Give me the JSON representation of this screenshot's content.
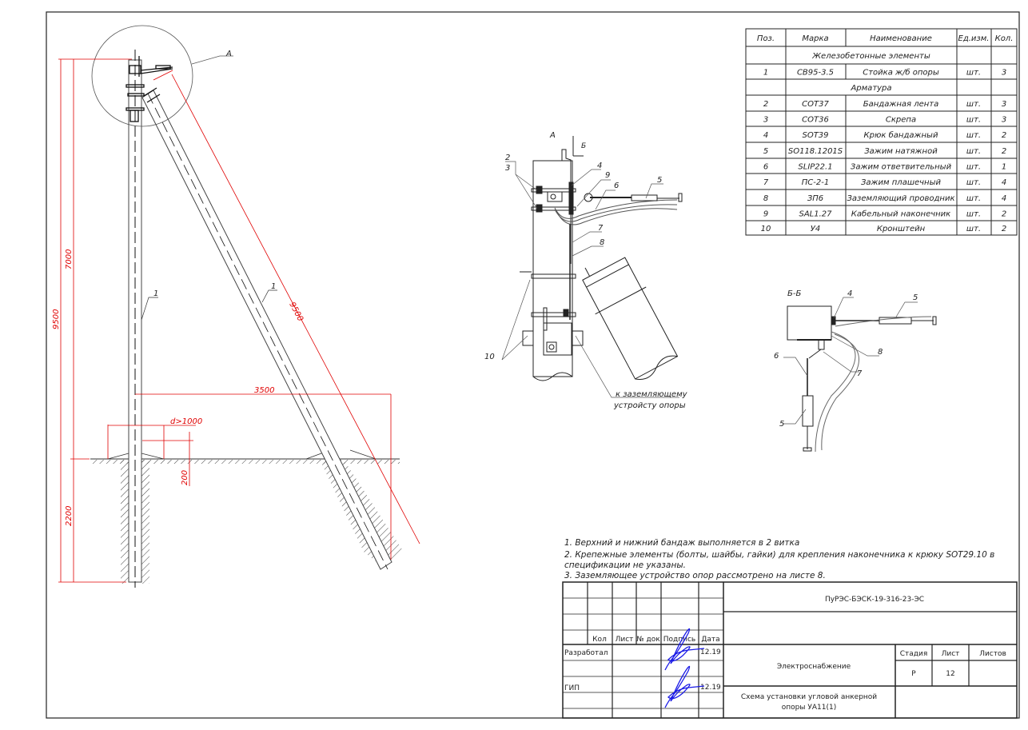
{
  "colors": {
    "line": "#222222",
    "dimension": "#e00000",
    "signature": "#1a1ae6"
  },
  "spec_table": {
    "headers": [
      "Поз.",
      "Марка",
      "Наименование",
      "Ед.изм.",
      "Кол."
    ],
    "section_concrete": "Железобетонные элементы",
    "section_fittings": "Арматура",
    "rows": [
      {
        "pos": "1",
        "mark": "СВ95-3.5",
        "name": "Стойка ж/б опоры",
        "unit": "шт.",
        "qty": "3"
      },
      {
        "pos": "2",
        "mark": "COT37",
        "name": "Бандажная лента",
        "unit": "шт.",
        "qty": "3"
      },
      {
        "pos": "3",
        "mark": "COT36",
        "name": "Скрепа",
        "unit": "шт.",
        "qty": "3"
      },
      {
        "pos": "4",
        "mark": "SOT39",
        "name": "Крюк бандажный",
        "unit": "шт.",
        "qty": "2"
      },
      {
        "pos": "5",
        "mark": "SO118.1201S",
        "name": "Зажим натяжной",
        "unit": "шт.",
        "qty": "2"
      },
      {
        "pos": "6",
        "mark": "SLIP22.1",
        "name": "Зажим ответвительный",
        "unit": "шт.",
        "qty": "1"
      },
      {
        "pos": "7",
        "mark": "ПС-2-1",
        "name": "Зажим плашечный",
        "unit": "шт.",
        "qty": "4"
      },
      {
        "pos": "8",
        "mark": "ЗП6",
        "name": "Заземляющий проводник",
        "unit": "шт.",
        "qty": "4"
      },
      {
        "pos": "9",
        "mark": "SAL1.27",
        "name": "Кабельный наконечник",
        "unit": "шт.",
        "qty": "2"
      },
      {
        "pos": "10",
        "mark": "У4",
        "name": "Кронштейн",
        "unit": "шт.",
        "qty": "2"
      }
    ]
  },
  "main_view": {
    "callout_a": "А",
    "pos_pole": "1",
    "pos_strut": "1",
    "dim_total": "9500",
    "dim_above": "7000",
    "dim_below": "2200",
    "dim_strut": "9500",
    "dim_base": "3500",
    "dim_d": "d>1000",
    "dim_200": "200"
  },
  "detail_a": {
    "title": "А",
    "section_mark": "Б",
    "labels": [
      "2",
      "3",
      "4",
      "9",
      "6",
      "5",
      "7",
      "8",
      "10"
    ],
    "ground_note_line1": "к заземляющему",
    "ground_note_line2": "устройсту опоры"
  },
  "section_bb": {
    "title": "Б-Б",
    "labels": [
      "4",
      "5",
      "8",
      "7",
      "6",
      "5"
    ]
  },
  "notes": [
    "1. Верхний и нижний бандаж выполняется в 2 витка",
    "2. Крепежные элементы (болты, шайбы, гайки) для крепления наконечника к крюку SOT29.10 в",
    "спецификации не указаны.",
    "3. Заземляющее устройство опор рассмотрено на листе 8."
  ],
  "title_block": {
    "doc_code": "ПуРЭС-БЭСК-19-316-23-ЭС",
    "col_headers": [
      "Кол",
      "Лист",
      "№ док",
      "Подпись",
      "Дата"
    ],
    "developer_label": "Разработал",
    "developer_date": "12.19",
    "chief_label": "ГИП",
    "chief_date": "12.19",
    "project_name": "Электроснабжение",
    "stage_header": "Стадия",
    "sheet_header": "Лист",
    "sheets_header": "Листов",
    "stage": "Р",
    "sheet": "12",
    "sheets": "",
    "drawing_title_line1": "Схема установки угловой анкерной",
    "drawing_title_line2": "опоры УА11(1)"
  }
}
